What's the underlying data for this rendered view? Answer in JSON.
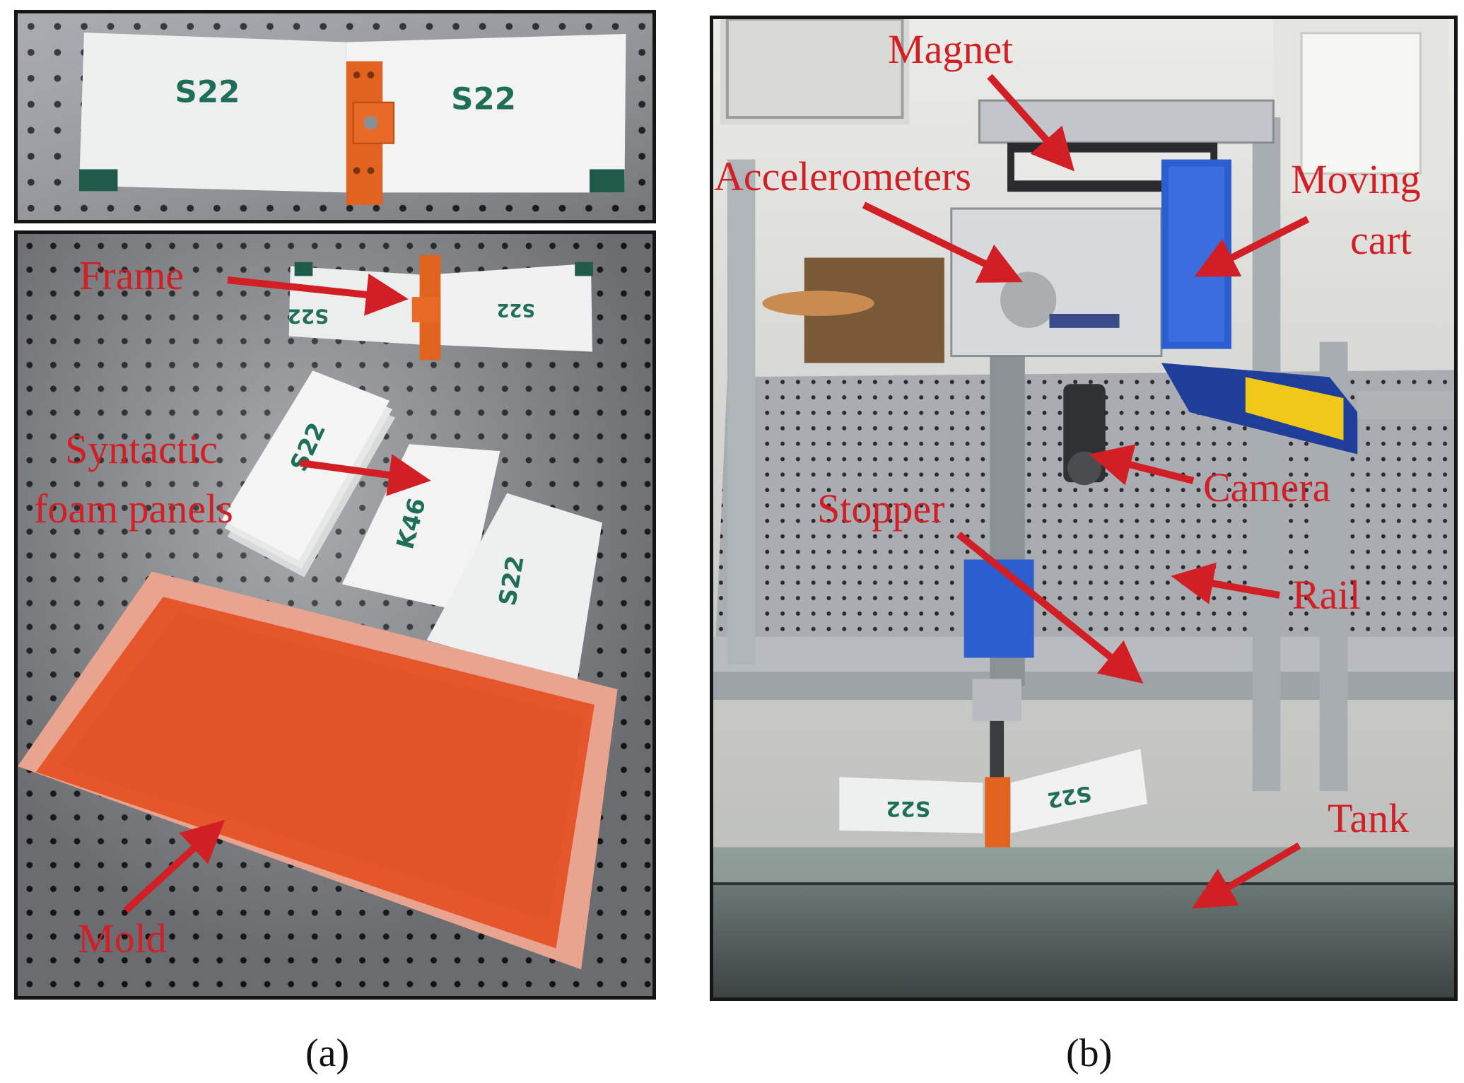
{
  "panel_a": {
    "top_photo": {
      "panel_text_left": "S22",
      "panel_text_right": "S22"
    },
    "bottom_photo": {
      "labels": {
        "frame": "Frame",
        "syntactic_line1": "Syntactic",
        "syntactic_line2": "foam panels",
        "mold": "Mold"
      },
      "panel_texts": [
        "S22",
        "S22",
        "S22",
        "K46",
        "S22"
      ]
    },
    "caption": "(a)"
  },
  "panel_b": {
    "labels": {
      "magnet": "Magnet",
      "accelerometers": "Accelerometers",
      "moving_line1": "Moving",
      "moving_line2": "cart",
      "camera": "Camera",
      "stopper": "Stopper",
      "rail": "Rail",
      "tank": "Tank"
    },
    "panel_texts": [
      "S22",
      "S22"
    ],
    "caption": "(b)"
  },
  "colors": {
    "annotation_red": "#d21f26",
    "mold_orange": "#e5572a",
    "cart_blue": "#2b5fd0",
    "table_gray": "#8d9095"
  }
}
